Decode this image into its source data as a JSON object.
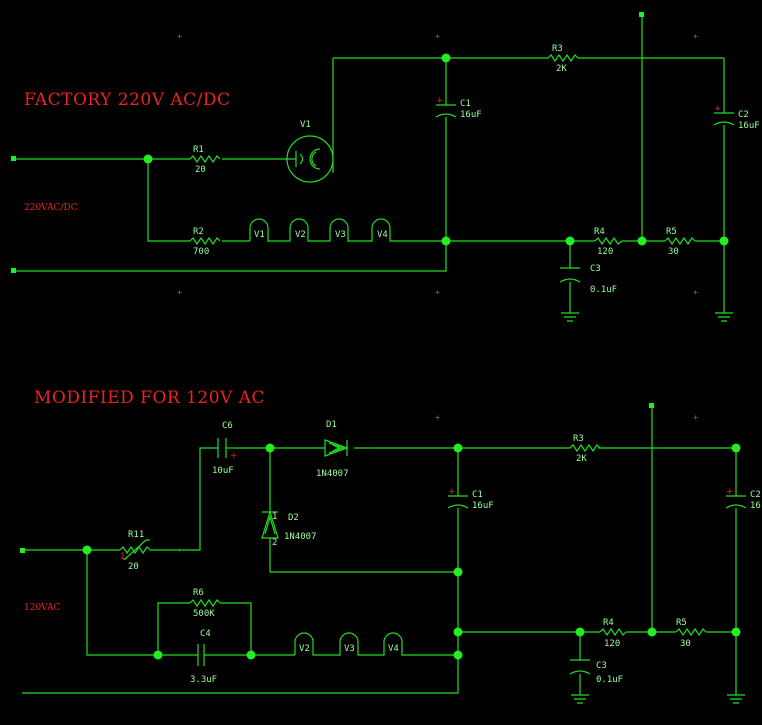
{
  "top": {
    "title": "FACTORY 220V AC/DC",
    "input_label": "220VAC/DC",
    "labels": {
      "r1": "R1",
      "r1_val": "20",
      "r2": "R2",
      "r2_val": "700",
      "v1": "V1",
      "h1": "V1",
      "h2": "V2",
      "h3": "V3",
      "h4": "V4",
      "r3": "R3",
      "r3_val": "2K",
      "c1": "C1",
      "c1_val": "16uF",
      "c2": "C2",
      "c2_val": "16uF",
      "c3": "C3",
      "c3_val": "0.1uF",
      "r4": "R4",
      "r4_val": "120",
      "r5": "R5",
      "r5_val": "30"
    }
  },
  "bottom": {
    "title": "MODIFIED FOR 120V AC",
    "input_label": "120VAC",
    "labels": {
      "c6": "C6",
      "c6_val": "10uF",
      "d1": "D1",
      "d1_val": "1N4007",
      "d2": "D2",
      "d2_val": "1N4007",
      "d2_pin1": "1",
      "d2_pin2": "2",
      "r11": "R11",
      "r11_val": "20",
      "r6": "R6",
      "r6_val": "500K",
      "c4": "C4",
      "c4_val": "3.3uF",
      "h2": "V2",
      "h3": "V3",
      "h4": "V4",
      "r3": "R3",
      "r3_val": "2K",
      "c1": "C1",
      "c1_val": "16uF",
      "c2": "C2",
      "c2_val": "16",
      "c3": "C3",
      "c3_val": "0.1uF",
      "r4": "R4",
      "r4_val": "120",
      "r5": "R5",
      "r5_val": "30"
    }
  },
  "colors": {
    "wire": "#22dd22",
    "title": "#ee2222",
    "background": "#000000"
  }
}
